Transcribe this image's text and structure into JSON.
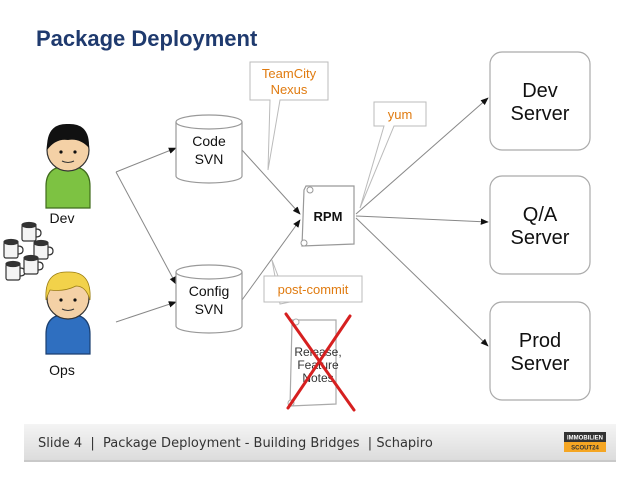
{
  "title": "Package Deployment",
  "actors": {
    "dev": "Dev",
    "ops": "Ops"
  },
  "repos": {
    "code": [
      "Code",
      "SVN"
    ],
    "config": [
      "Config",
      "SVN"
    ]
  },
  "rpm": "RPM",
  "callouts": {
    "build": [
      "TeamCity",
      "Nexus"
    ],
    "yum": "yum",
    "post_commit": "post-commit"
  },
  "release_notes": [
    "Release,",
    "Feature",
    "Notes"
  ],
  "servers": {
    "dev": [
      "Dev",
      "Server"
    ],
    "qa": [
      "Q/A",
      "Server"
    ],
    "prod": [
      "Prod",
      "Server"
    ]
  },
  "footer": "Slide 4  |  Package Deployment - Building Bridges  | Schapiro",
  "logo": {
    "line1": "IMMOBILIEN",
    "line2": "SCOUT24"
  },
  "colors": {
    "title": "#1f3a6e",
    "callout_text": "#e07b10",
    "cross": "#d62020",
    "dev_shirt": "#7dc242",
    "ops_shirt": "#2f6fc0",
    "ops_hair": "#f2d24a",
    "dev_hair": "#111111"
  }
}
